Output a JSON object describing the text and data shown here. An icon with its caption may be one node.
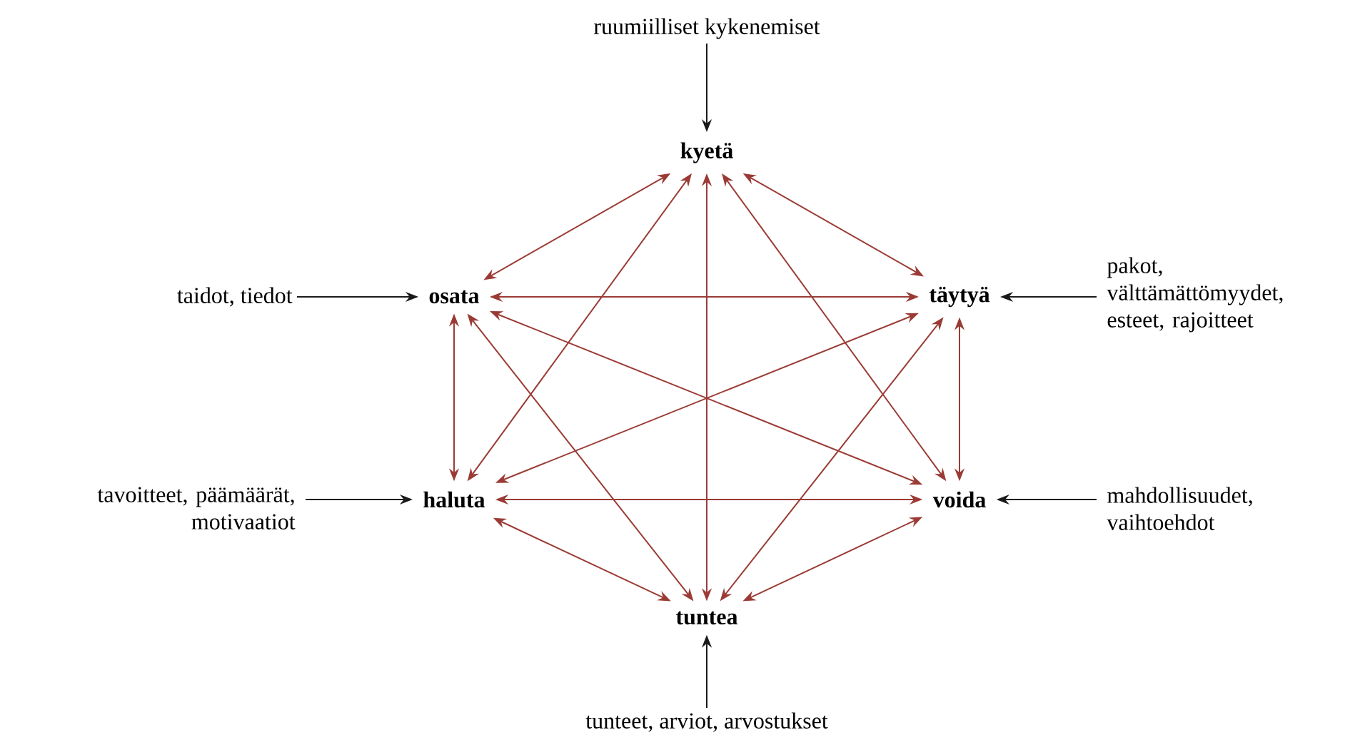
{
  "diagram": {
    "nodes": [
      {
        "text": [
          "ruumiilliset kykenemiset"
        ]
      },
      {
        "text": [
          "kyetä"
        ]
      },
      {
        "text": [
          "taidot, tiedot"
        ]
      },
      {
        "text": [
          "osata"
        ]
      },
      {
        "text": [
          "täytyä"
        ]
      },
      {
        "text": [
          "pakot, välttämättömyydet, esteet, rajoitteet"
        ]
      },
      {
        "text": [
          "tavoitteet, päämäärät, motivaatiot"
        ]
      },
      {
        "text": [
          "haluta"
        ]
      },
      {
        "text": [
          "voida"
        ]
      },
      {
        "text": [
          "mahdollisuudet, vaihtoehdot"
        ]
      },
      {
        "text": [
          "tuntea"
        ]
      },
      {
        "text": [
          "tunteet, arviot, arvostukset"
        ]
      }
    ],
    "edges": [
      {
        "from": 0,
        "to": 1,
        "arrow": "to",
        "color": "#1a1a1a"
      },
      {
        "from": 2,
        "to": 3,
        "arrow": "to",
        "color": "#1a1a1a"
      },
      {
        "from": 5,
        "to": 4,
        "arrow": "to",
        "color": "#1a1a1a"
      },
      {
        "from": 6,
        "to": 7,
        "arrow": "to",
        "color": "#1a1a1a"
      },
      {
        "from": 9,
        "to": 8,
        "arrow": "to",
        "color": "#1a1a1a"
      },
      {
        "from": 11,
        "to": 10,
        "arrow": "to",
        "color": "#1a1a1a"
      },
      {
        "from": 1,
        "to": 3,
        "arrow": "both",
        "color": "#9b3b35"
      },
      {
        "from": 1,
        "to": 4,
        "arrow": "both",
        "color": "#9b3b35"
      },
      {
        "from": 1,
        "to": 7,
        "arrow": "both",
        "color": "#9b3b35"
      },
      {
        "from": 1,
        "to": 8,
        "arrow": "both",
        "color": "#9b3b35"
      },
      {
        "from": 1,
        "to": 10,
        "arrow": "both",
        "color": "#9b3b35"
      },
      {
        "from": 3,
        "to": 4,
        "arrow": "both",
        "color": "#9b3b35"
      },
      {
        "from": 3,
        "to": 7,
        "arrow": "both",
        "color": "#9b3b35"
      },
      {
        "from": 3,
        "to": 8,
        "arrow": "both",
        "color": "#9b3b35"
      },
      {
        "from": 3,
        "to": 10,
        "arrow": "both",
        "color": "#9b3b35"
      },
      {
        "from": 4,
        "to": 7,
        "arrow": "both",
        "color": "#9b3b35"
      },
      {
        "from": 4,
        "to": 8,
        "arrow": "both",
        "color": "#9b3b35"
      },
      {
        "from": 4,
        "to": 10,
        "arrow": "both",
        "color": "#9b3b35"
      },
      {
        "from": 7,
        "to": 8,
        "arrow": "both",
        "color": "#9b3b35"
      },
      {
        "from": 7,
        "to": 10,
        "arrow": "both",
        "color": "#9b3b35"
      },
      {
        "from": 8,
        "to": 10,
        "arrow": "both",
        "color": "#9b3b35"
      }
    ]
  }
}
